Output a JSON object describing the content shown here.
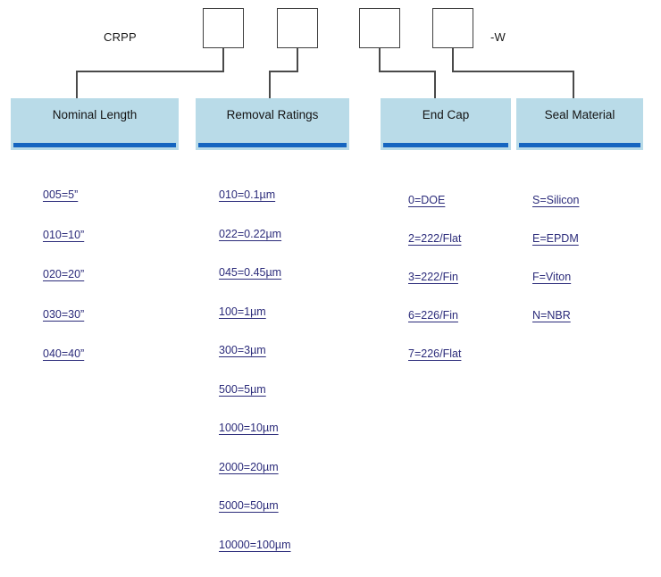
{
  "diagram": {
    "title_code": "CRPP",
    "suffix_code": "-W",
    "code_boxes": [
      {
        "name": "code-box-1",
        "value": ""
      },
      {
        "name": "code-box-2",
        "value": ""
      },
      {
        "name": "code-box-3",
        "value": ""
      },
      {
        "name": "code-box-4",
        "value": ""
      }
    ],
    "columns": [
      {
        "id": "nominal-length",
        "header": "Nominal Length",
        "options": [
          "005=5”",
          "010=10”",
          "020=20”",
          "030=30”",
          "040=40”"
        ]
      },
      {
        "id": "removal-ratings",
        "header": "Removal Ratings",
        "options": [
          "010=0.1µm",
          "022=0.22µm",
          "045=0.45µm",
          "100=1µm",
          "300=3µm",
          "500=5µm",
          "1000=10µm",
          "2000=20µm",
          "5000=50µm",
          "10000=100µm"
        ]
      },
      {
        "id": "end-cap",
        "header": "End Cap",
        "options": [
          "0=DOE",
          "2=222/Flat",
          "3=222/Fin",
          "6=226/Fin",
          "7=226/Flat"
        ]
      },
      {
        "id": "seal-material",
        "header": "Seal Material",
        "options": [
          "S=Silicon",
          "E=EPDM",
          "F=Viton",
          "N=NBR"
        ]
      }
    ],
    "colors": {
      "panel_fill": "#b9dbe8",
      "panel_rule": "#1565c0",
      "line": "#4a4a4a",
      "option_text": "#2b2b7a",
      "box_border": "#3f3f3f"
    }
  }
}
